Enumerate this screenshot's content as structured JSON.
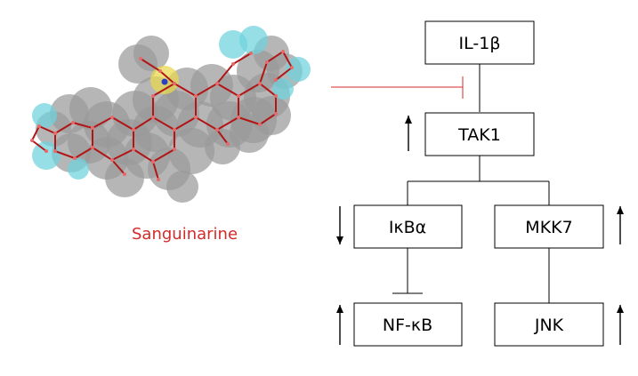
{
  "drug": {
    "label": "Sanguinarine",
    "label_color": "#d42a2a"
  },
  "nodes": {
    "il1b": "IL-1β",
    "tak1": "TAK1",
    "ikba": "IκBα",
    "mkk7": "MKK7",
    "nfkb": "NF-κB",
    "jnk": "JNK"
  },
  "arrows": {
    "tak1": "up",
    "ikba": "down",
    "mkk7": "up",
    "nfkb": "up",
    "jnk": "up"
  },
  "colors": {
    "inhibition_line": "#d42a2a",
    "box_stroke": "#000000",
    "atom_carbon": "#9a9a9a",
    "atom_oxygen": "#6fd3dc",
    "atom_nitrogen": "#e8d84a",
    "bond": "#b11616"
  }
}
